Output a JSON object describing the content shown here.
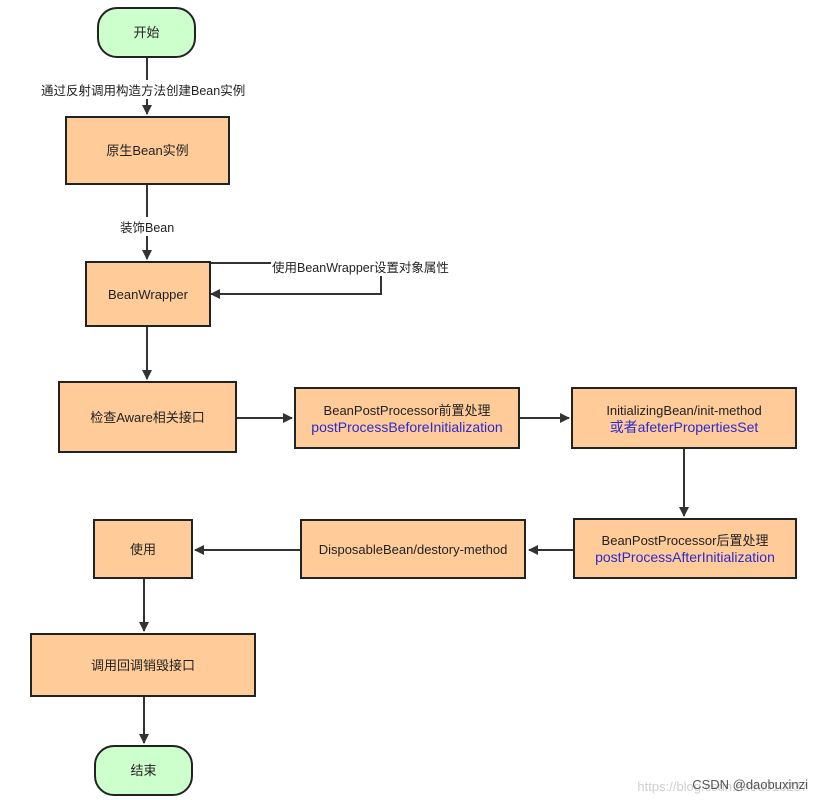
{
  "nodes": {
    "start": "开始",
    "raw_bean": "原生Bean实例",
    "bean_wrapper": "BeanWrapper",
    "check_aware": "检查Aware相关接口",
    "bpp_before": "BeanPostProcessor前置处理",
    "bpp_before_method": "postProcessBeforeInitialization",
    "init_bean": "InitializingBean/init-method",
    "init_bean_method": "或者afeterPropertiesSet",
    "bpp_after": "BeanPostProcessor后置处理",
    "bpp_after_method": "postProcessAfterInitialization",
    "disposable": "DisposableBean/destory-method",
    "use": "使用",
    "destroy_callback": "调用回调销毁接口",
    "end": "结束"
  },
  "edges": {
    "reflect_create": "通过反射调用构造方法创建Bean实例",
    "decorate": "装饰Bean",
    "set_props": "使用BeanWrapper设置对象属性"
  },
  "watermark": {
    "faint": "https://blog.csdn.net/u010237",
    "main": "CSDN @daobuxinzi"
  },
  "colors": {
    "process_fill": "#ffcc99",
    "terminal_fill": "#ccffcc",
    "method_text": "#2a2ad0",
    "stroke": "#222222"
  }
}
